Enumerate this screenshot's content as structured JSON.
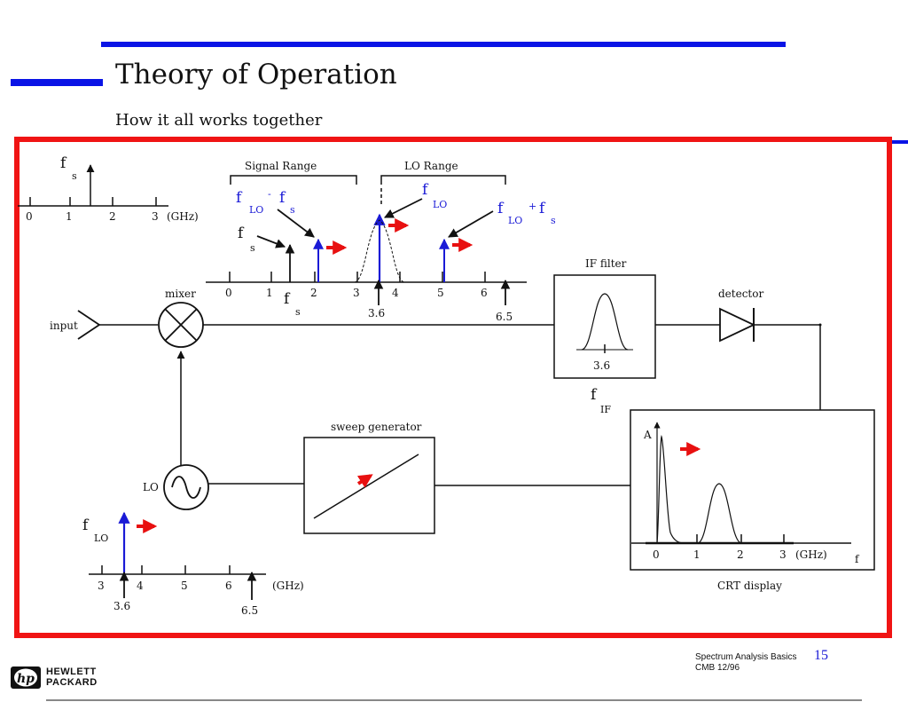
{
  "slide": {
    "title": "Theory of Operation",
    "subtitle": "How it all works together",
    "footer_line1": "Spectrum Analysis Basics",
    "footer_line2": "CMB   12/96",
    "page_number": "15",
    "logo_line1": "HEWLETT",
    "logo_line2": "PACKARD",
    "logo_mark": "hp"
  },
  "colors": {
    "accent_blue": "#0a14e6",
    "frame_red": "#f01414",
    "signal_blue": "#1a1ad6",
    "arrow_red": "#e81010"
  },
  "diagram": {
    "top_left_spectrum": {
      "signal_label": "f",
      "signal_sub": "s",
      "ticks": [
        "0",
        "1",
        "2",
        "3"
      ],
      "unit": "(GHz)"
    },
    "main_spectrum": {
      "signal_range_label": "Signal Range",
      "lo_range_label": "LO Range",
      "flo_minus_fs": {
        "f": "f",
        "lo": "LO",
        "op": "-",
        "f2": "f",
        "s": "s"
      },
      "flo_label": {
        "f": "f",
        "lo": "LO"
      },
      "flo_plus_fs": {
        "f": "f",
        "lo": "LO",
        "op": "+",
        "f2": "f",
        "s": "s"
      },
      "fs_label": {
        "f": "f",
        "s": "s"
      },
      "ticks": [
        "0",
        "1",
        "2",
        "3",
        "4",
        "5",
        "6"
      ],
      "fs_below": {
        "f": "f",
        "s": "s"
      },
      "marker_low": "3.6",
      "marker_high": "6.5"
    },
    "blocks": {
      "input": "input",
      "mixer": "mixer",
      "if_filter": "IF filter",
      "if_center": "3.6",
      "fif": {
        "f": "f",
        "sub": "IF"
      },
      "detector": "detector",
      "sweep_generator": "sweep generator",
      "lo": "LO",
      "crt_display": "CRT display"
    },
    "crt": {
      "amplitude_label": "A",
      "ticks": [
        "0",
        "1",
        "2",
        "3"
      ],
      "unit": "(GHz)",
      "freq_label": "f"
    },
    "lo_spectrum": {
      "label": {
        "f": "f",
        "lo": "LO"
      },
      "ticks": [
        "3",
        "4",
        "5",
        "6"
      ],
      "unit": "(GHz)",
      "marker_low": "3.6",
      "marker_high": "6.5"
    }
  }
}
